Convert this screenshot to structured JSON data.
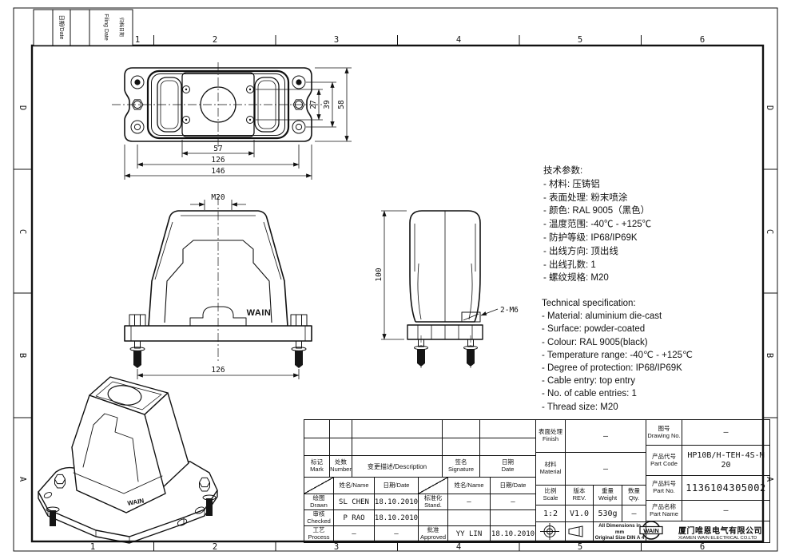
{
  "frame": {
    "cols": [
      "1",
      "2",
      "3",
      "4",
      "5",
      "6"
    ],
    "rows": [
      "D",
      "C",
      "B",
      "A"
    ],
    "filing_date_label": "日期/Date",
    "filing_label_cn": "归档日期",
    "filing_label_en": "Filing Date"
  },
  "views": {
    "top": {
      "dim_57": "57",
      "dim_126": "126",
      "dim_146": "146",
      "dim_27": "27",
      "dim_39": "39",
      "dim_58": "58"
    },
    "front": {
      "thread_label": "M20",
      "brand": "WAIN",
      "dim_126": "126"
    },
    "side": {
      "dim_100": "100",
      "screw_label": "2-M6"
    },
    "iso": {
      "brand": "WAIN"
    }
  },
  "specs_cn": {
    "title": "技术参数:",
    "lines": [
      "- 材料: 压铸铝",
      "- 表面处理: 粉末喷涂",
      "- 颜色: RAL 9005（黑色）",
      "- 温度范围: -40℃ - +125℃",
      "- 防护等级: IP68/IP69K",
      "- 出线方向: 顶出线",
      "- 出线孔数: 1",
      "- 螺纹规格: M20"
    ]
  },
  "specs_en": {
    "title": "Technical specification:",
    "lines": [
      "- Material: aluminium die-cast",
      "- Surface: powder-coated",
      "- Colour: RAL 9005(black)",
      "- Temperature range: -40℃ - +125℃",
      "- Degree of protection: IP68/IP69K",
      "- Cable entry: top entry",
      "- No. of cable entries: 1",
      "- Thread size: M20"
    ]
  },
  "titleblock": {
    "approvals": {
      "header": {
        "mark_cn": "标记",
        "mark_en": "Mark",
        "number_cn": "处数",
        "number_en": "Number",
        "description": "变更描述/Description",
        "signature_cn": "签名",
        "signature_en": "Signature",
        "date_cn": "日期",
        "date_en": "Date"
      },
      "subheader": {
        "name1": "姓名/Name",
        "date1": "日期/Date",
        "name2": "姓名/Name",
        "date2": "日期/Date"
      },
      "rows": [
        {
          "role_cn": "绘图",
          "role_en": "Drawn",
          "name": "SL CHEN",
          "date": "18.10.2010",
          "role2_cn": "标准化",
          "role2_en": "Stand.",
          "name2": "—",
          "date2": "—"
        },
        {
          "role_cn": "审核",
          "role_en": "Checked",
          "name": "P RAO",
          "date": "18.10.2010",
          "role2_cn": "",
          "role2_en": "",
          "name2": "",
          "date2": ""
        },
        {
          "role_cn": "工艺",
          "role_en": "Process",
          "name": "—",
          "date": "—",
          "role2_cn": "批准",
          "role2_en": "Approved",
          "name2": "YY LIN",
          "date2": "18.10.2010"
        }
      ]
    },
    "properties": {
      "finish_cn": "表面处理",
      "finish_en": "Finish",
      "finish_val": "—",
      "material_cn": "材料",
      "material_en": "Material",
      "material_val": "—",
      "scale_cn": "比例",
      "scale_en": "Scale",
      "scale_val": "1:2",
      "rev_cn": "版本",
      "rev_en": "REV.",
      "rev_val": "V1.0",
      "weight_cn": "重量",
      "weight_en": "Weight",
      "weight_val": "530g",
      "qty_cn": "数量",
      "qty_en": "Qty.",
      "qty_val": "—",
      "dim_note_1": "All Dimensions in mm",
      "dim_note_2": "Original Size DIN A 4"
    },
    "identity": {
      "drawing_no_cn": "图号",
      "drawing_no_en": "Drawing No.",
      "drawing_no_val": "—",
      "part_code_cn": "产品代号",
      "part_code_en": "Part Code",
      "part_code_val": "HP10B/H-TEH-4S-M20",
      "part_no_cn": "产品料号",
      "part_no_en": "Part No.",
      "part_no_val": "1136104305002",
      "part_name_cn": "产品名称",
      "part_name_en": "Part Name",
      "part_name_val": "—",
      "logo": "WAIN",
      "company_cn": "厦门唯恩电气有限公司",
      "company_en": "XIAMEN WAIN ELECTRICAL CO.LTD"
    }
  }
}
